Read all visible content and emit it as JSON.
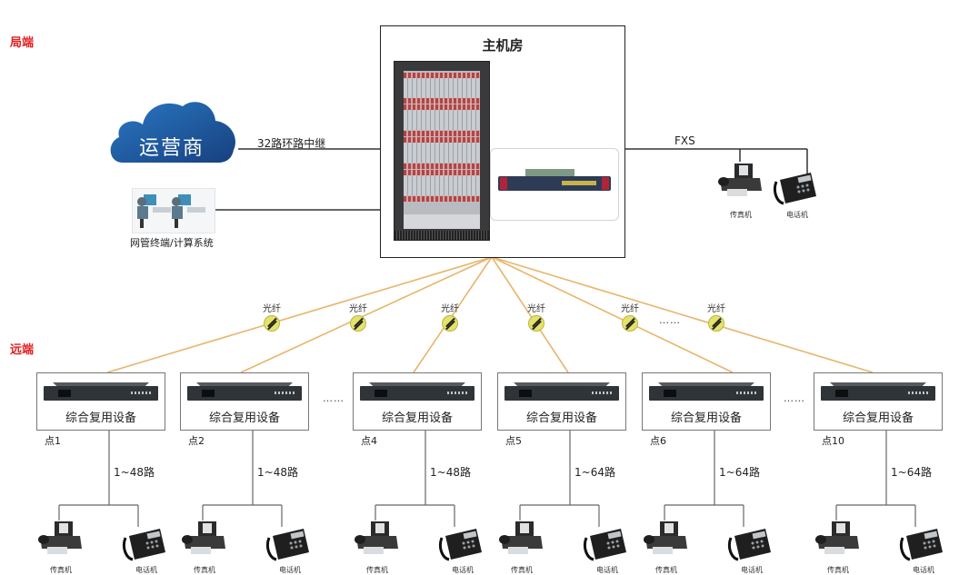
{
  "diagram": {
    "sections": {
      "local": "局端",
      "remote": "远端"
    },
    "main_room": {
      "title": "主机房"
    },
    "operator": {
      "label": "运营商",
      "link_label": "32路环路中继"
    },
    "nms": {
      "label": "网管终端/计算系统"
    },
    "fxs": {
      "link_label": "FXS",
      "devices": [
        {
          "type": "fax",
          "label": "传真机"
        },
        {
          "type": "phone",
          "label": "电话机"
        }
      ]
    },
    "fiber_label": "光纤",
    "fiber_links": [
      "光纤",
      "光纤",
      "光纤",
      "光纤",
      "光纤",
      "光纤"
    ],
    "ellipsis": "……",
    "remote_sites": [
      {
        "point": "点1",
        "device": "综合复用设备",
        "lines": "1~48路",
        "fax_label": "传真机",
        "phone_label": "电话机"
      },
      {
        "point": "点2",
        "device": "综合复用设备",
        "lines": "1~48路",
        "fax_label": "传真机",
        "phone_label": "电话机"
      },
      {
        "point": "点4",
        "device": "综合复用设备",
        "lines": "1~48路",
        "fax_label": "传真机",
        "phone_label": "电话机"
      },
      {
        "point": "点5",
        "device": "综合复用设备",
        "lines": "1~64路",
        "fax_label": "传真机",
        "phone_label": "电话机"
      },
      {
        "point": "点6",
        "device": "综合复用设备",
        "lines": "1~64路",
        "fax_label": "传真机",
        "phone_label": "电话机"
      },
      {
        "point": "点10",
        "device": "综合复用设备",
        "lines": "1~64路",
        "fax_label": "传真机",
        "phone_label": "电话机"
      }
    ],
    "colors": {
      "section_label": "#e02020",
      "fiber_line": "#e8b56a",
      "cloud": "#1f5fa8",
      "fiber_icon": "#e4e26a"
    }
  }
}
